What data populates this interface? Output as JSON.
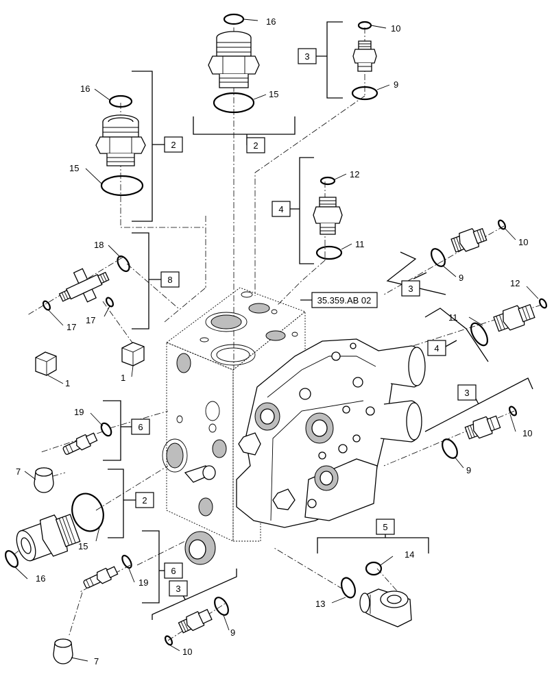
{
  "diagram": {
    "reference_label": "35.359.AB 02",
    "callouts": {
      "item_1": "1",
      "item_2": "2",
      "item_3": "3",
      "item_4": "4",
      "item_5": "5",
      "item_6": "6",
      "item_7": "7",
      "item_8": "8",
      "item_9": "9",
      "item_10": "10",
      "item_11": "11",
      "item_12": "12",
      "item_13": "13",
      "item_14": "14",
      "item_15": "15",
      "item_16": "16",
      "item_17": "17",
      "item_18": "18",
      "item_19": "19"
    }
  }
}
